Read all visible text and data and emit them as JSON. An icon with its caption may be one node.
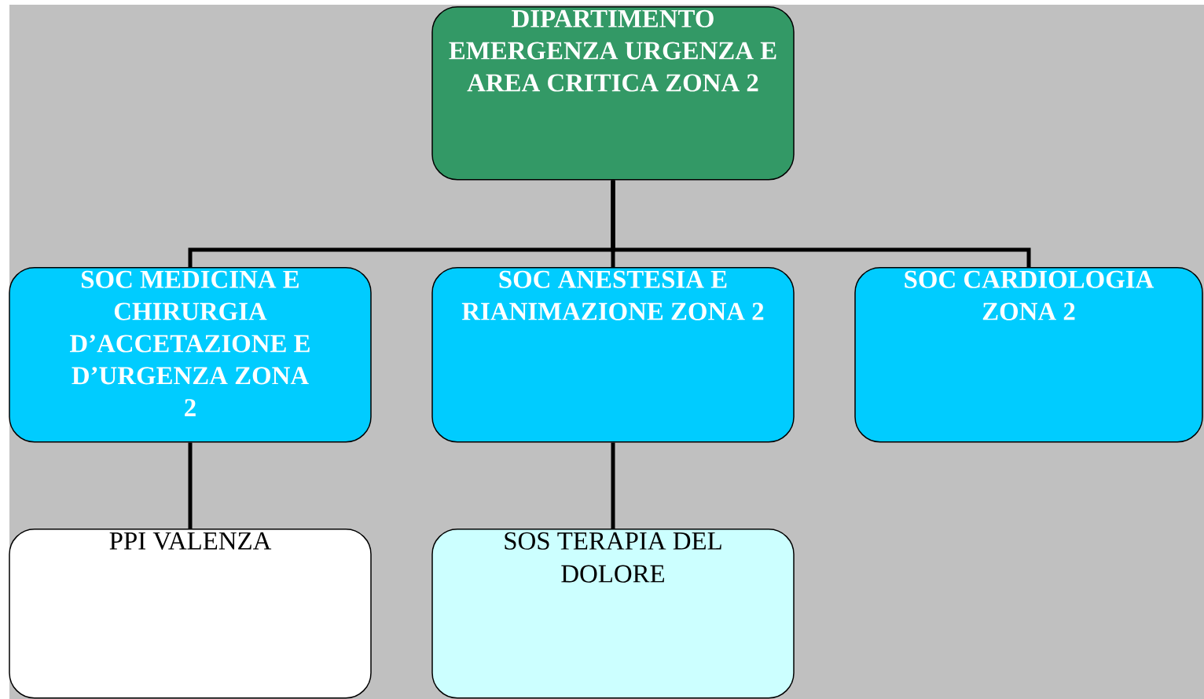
{
  "diagram": {
    "nodes": [
      {
        "text": [
          "DIPARTIMENTO EMERGENZA URGENZA E AREA CRITICA ZONA 2"
        ]
      },
      {
        "text": [
          "SOC MEDICINA E CHIRURGIA D’ACCETAZIONE E D’URGENZA ZONA 2"
        ]
      },
      {
        "text": [
          "SOC ANESTESIA E RIANIMAZIONE ZONA 2"
        ]
      },
      {
        "text": [
          "SOC CARDIOLOGIA ZONA 2"
        ]
      },
      {
        "text": [
          "PPI VALENZA"
        ]
      },
      {
        "text": [
          "SOS TERAPIA DEL DOLORE"
        ]
      }
    ],
    "edges": [
      {
        "from": 0,
        "to": 1,
        "arrow": "none"
      },
      {
        "from": 0,
        "to": 2,
        "arrow": "none"
      },
      {
        "from": 0,
        "to": 3,
        "arrow": "none"
      },
      {
        "from": 1,
        "to": 4,
        "arrow": "none"
      },
      {
        "from": 2,
        "to": 5,
        "arrow": "none"
      }
    ]
  }
}
